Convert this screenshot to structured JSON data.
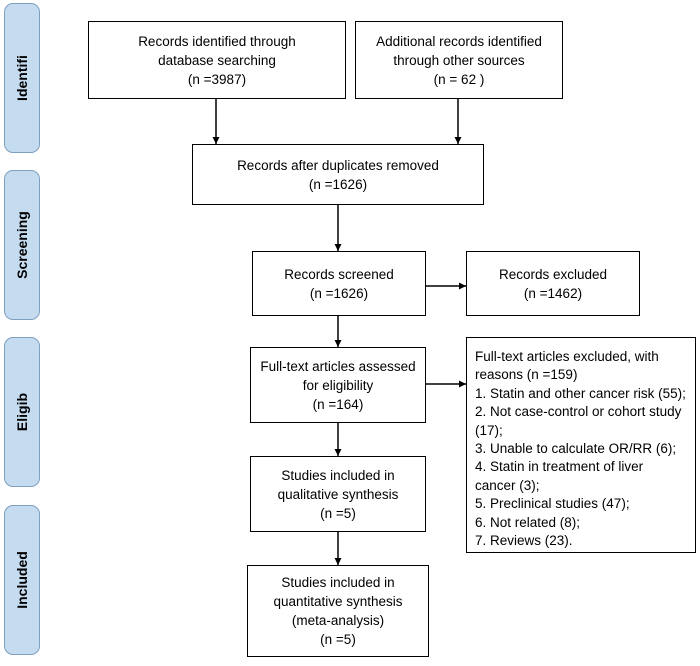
{
  "stages": [
    {
      "id": "identification",
      "label": "Identifi"
    },
    {
      "id": "screening",
      "label": "Screening"
    },
    {
      "id": "eligibility",
      "label": "Eligib"
    },
    {
      "id": "included",
      "label": "Included"
    }
  ],
  "boxes": {
    "database": [
      "Records identified through",
      "database searching",
      "(n =3987)"
    ],
    "other_sources": [
      "Additional records identified",
      "through other sources",
      "(n = 62 )"
    ],
    "duplicates_removed": [
      "Records after duplicates removed",
      "(n =1626)"
    ],
    "screened": [
      "Records screened",
      "(n =1626)"
    ],
    "excluded": [
      "Records excluded",
      "(n =1462)"
    ],
    "fulltext": [
      "Full-text articles assessed",
      "for eligibility",
      "(n =164)"
    ],
    "fulltext_excluded": [
      "Full-text articles excluded, with",
      "reasons (n =159)",
      "1. Statin and other cancer risk (55);",
      "2. Not case-control or cohort study",
      "(17);",
      "3. Unable to calculate OR/RR (6);",
      "4. Statin in treatment of liver",
      "cancer (3);",
      "5. Preclinical studies (47);",
      "6. Not related (8);",
      "7. Reviews (23)."
    ],
    "qualitative": [
      "Studies included in",
      "qualitative synthesis",
      "(n =5)"
    ],
    "quantitative": [
      "Studies included in",
      "quantitative synthesis",
      "(meta-analysis)",
      "(n =5)"
    ]
  },
  "colors": {
    "stage_fill": "#c5dcf0",
    "stage_border": "#7f9fbf",
    "box_border": "#000000",
    "arrow": "#000000"
  }
}
